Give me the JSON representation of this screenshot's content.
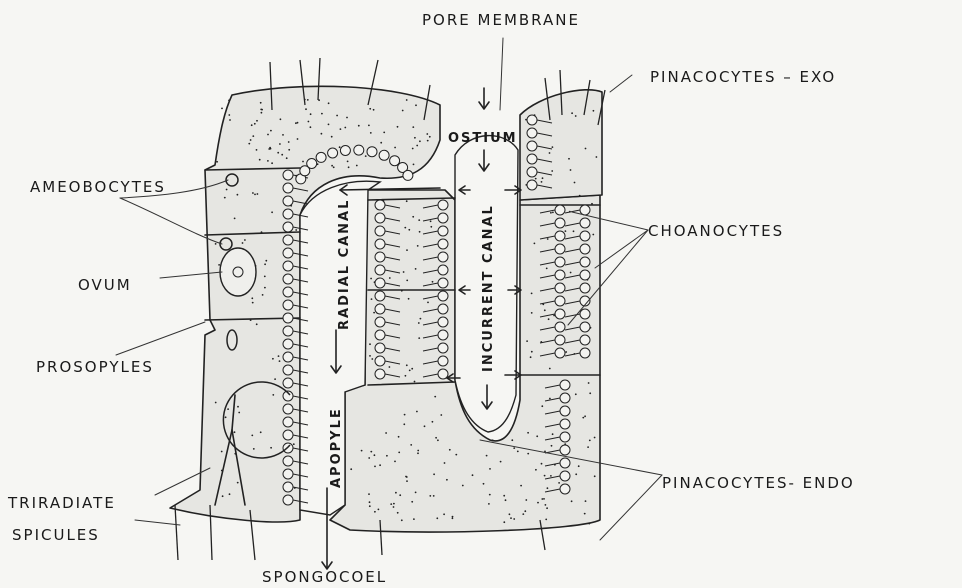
{
  "diagram": {
    "labels": {
      "pore_membrane": "PORE MEMBRANE",
      "pinacocytes_exo": "PINACOCYTES – EXO",
      "ostium": "OSTIUM",
      "ameobocytes": "AMEOBOCYTES",
      "choanocytes": "CHOANOCYTES",
      "ovum": "OVUM",
      "radial_canal": "RADIAL CANAL",
      "incurrent_canal": "INCURRENT CANAL",
      "prosopyles": "PROSOPYLES",
      "apopyle": "APOPYLE",
      "triradiate": "TRIRADIATE",
      "spicules": "SPICULES",
      "spongocoel": "SPONGOCOEL",
      "pinacocytes_endo": "PINACOCYTES- ENDO"
    },
    "colors": {
      "ink": "#222222",
      "paper": "#f6f6f3",
      "tissue": "#e6e6e2"
    }
  }
}
